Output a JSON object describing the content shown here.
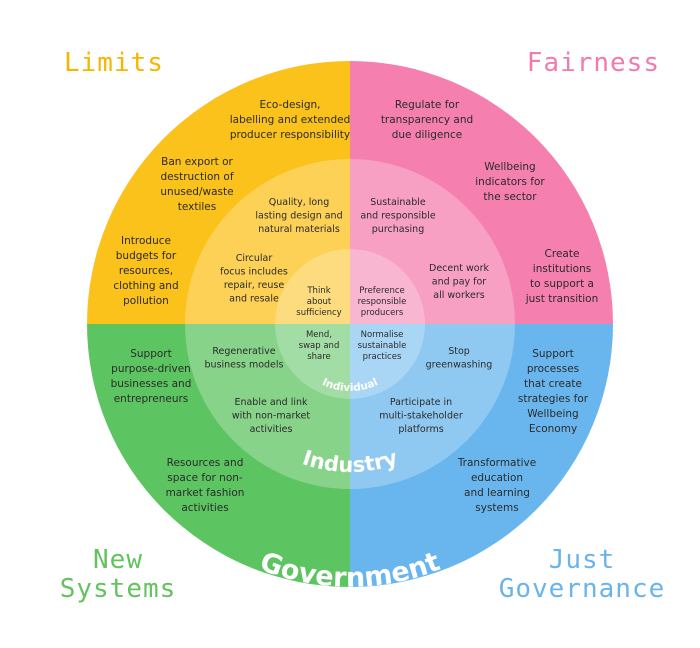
{
  "colors": {
    "limits": "#FBC21B",
    "fairness": "#F57FAE",
    "new_systems": "#5DC462",
    "just_governance": "#69B6EE",
    "limits_text": "#F7B500",
    "fairness_text": "#F27BAE",
    "new_systems_text": "#64C25F",
    "just_governance_text": "#6BB4EA"
  },
  "quadrants": {
    "top_left": "Limits",
    "top_right": "Fairness",
    "bottom_left_line1": "New",
    "bottom_left_line2": "Systems",
    "bottom_right_line1": "Just",
    "bottom_right_line2": "Governance"
  },
  "rings": {
    "outer": "Government",
    "middle": "Industry",
    "inner": "Individual"
  },
  "outer": {
    "limits_1": [
      "Eco-design,",
      "labelling and extended",
      "producer responsibility"
    ],
    "limits_2": [
      "Ban export or",
      "destruction of",
      "unused/waste",
      "textiles"
    ],
    "limits_3": [
      "Introduce",
      "budgets for",
      "resources,",
      "clothing and",
      "pollution"
    ],
    "fairness_1": [
      "Regulate for",
      "transparency and",
      "due diligence"
    ],
    "fairness_2": [
      "Wellbeing",
      "indicators for",
      "the sector"
    ],
    "fairness_3": [
      "Create",
      "institutions",
      "to support a",
      "just transition"
    ],
    "systems_1": [
      "Support",
      "purpose-driven",
      "businesses and",
      "entrepreneurs"
    ],
    "systems_2": [
      "Resources and",
      "space for non-",
      "market fashion",
      "activities"
    ],
    "governance_1": [
      "Support",
      "processes",
      "that create",
      "strategies for",
      "Wellbeing",
      "Economy"
    ],
    "governance_2": [
      "Transformative",
      "education",
      "and learning",
      "systems"
    ]
  },
  "middle": {
    "limits_1": [
      "Quality, long",
      "lasting design and",
      "natural materials"
    ],
    "limits_2": [
      "Circular",
      "focus includes",
      "repair, reuse",
      "and resale"
    ],
    "fairness_1": [
      "Sustainable",
      "and responsible",
      "purchasing"
    ],
    "fairness_2": [
      "Decent work",
      "and pay for",
      "all workers"
    ],
    "systems_1": [
      "Regenerative",
      "business models"
    ],
    "systems_2": [
      "Enable and link",
      "with non-market",
      "activities"
    ],
    "governance_1": [
      "Stop",
      "greenwashing"
    ],
    "governance_2": [
      "Participate in",
      "multi-stakeholder",
      "platforms"
    ]
  },
  "inner": {
    "limits": [
      "Think",
      "about",
      "sufficiency"
    ],
    "fairness": [
      "Preference",
      "responsible",
      "producers"
    ],
    "systems": [
      "Mend,",
      "swap and",
      "share"
    ],
    "governance": [
      "Normalise",
      "sustainable",
      "practices"
    ]
  }
}
